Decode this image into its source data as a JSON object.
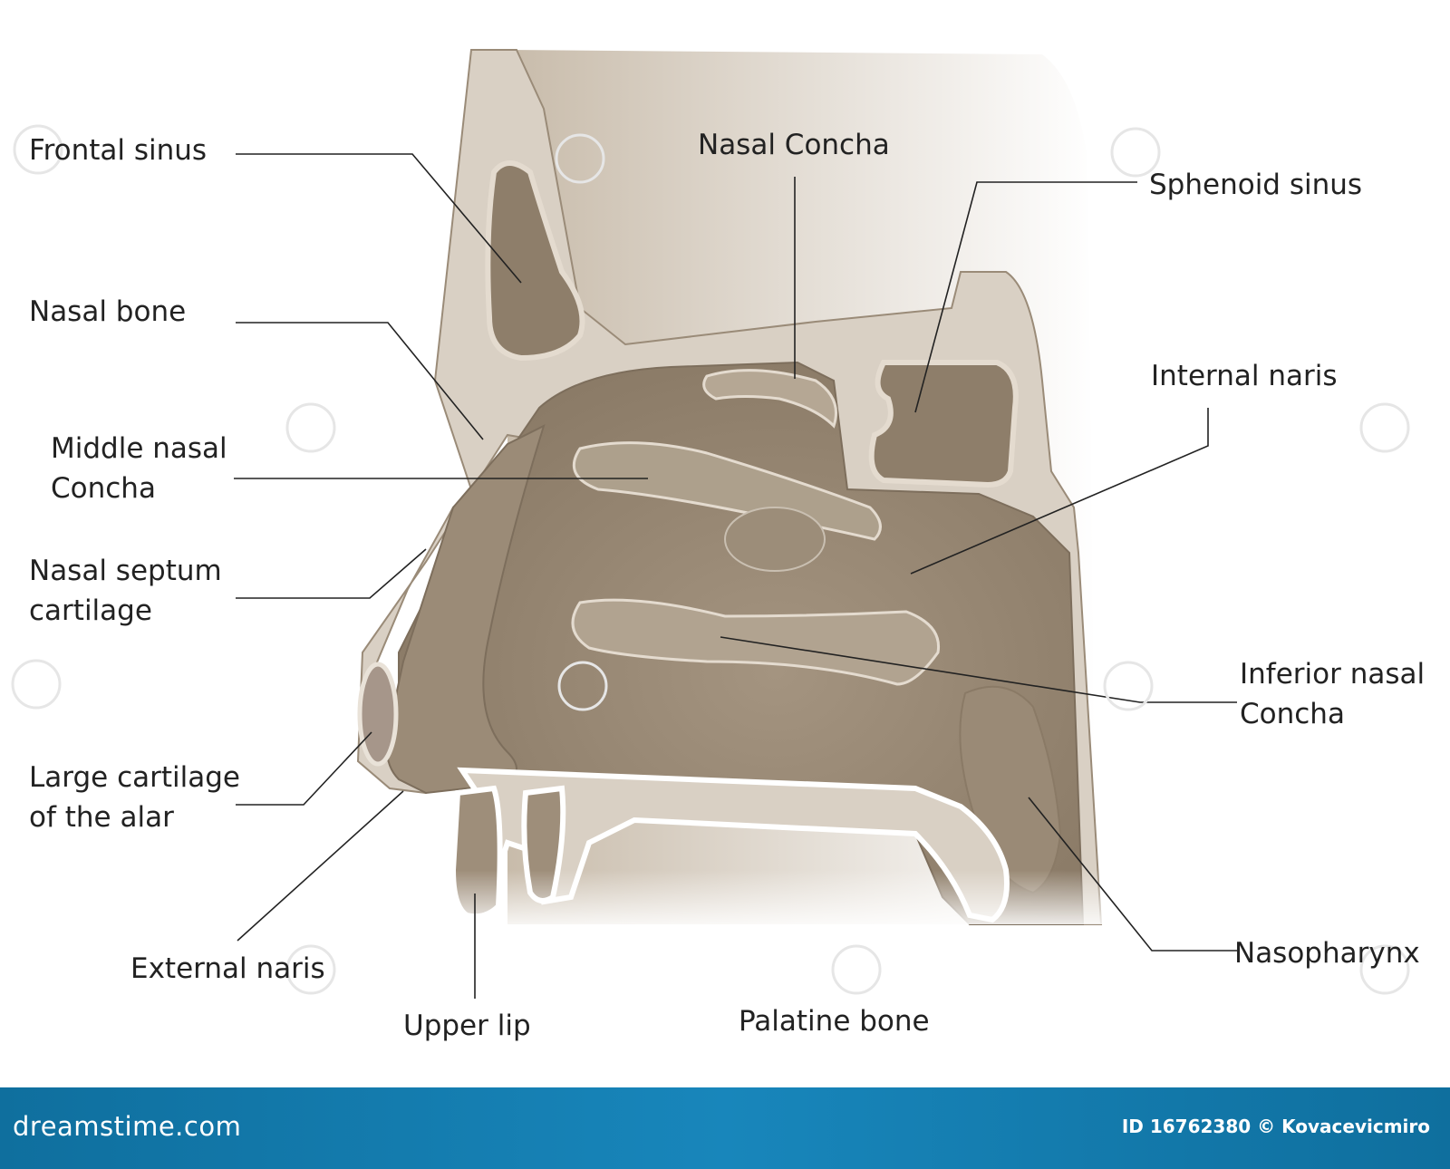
{
  "labels": {
    "frontal_sinus": "Frontal sinus",
    "nasal_concha": "Nasal Concha",
    "sphenoid_sinus": "Sphenoid sinus",
    "nasal_bone": "Nasal bone",
    "internal_naris": "Internal naris",
    "middle_nasal_concha_1": "Middle nasal",
    "middle_nasal_concha_2": "Concha",
    "nasal_septum_cartilage_1": "Nasal septum",
    "nasal_septum_cartilage_2": "cartilage",
    "inferior_nasal_concha_1": "Inferior nasal",
    "inferior_nasal_concha_2": "Concha",
    "large_cartilage_1": "Large cartilage",
    "large_cartilage_2": "of the alar",
    "external_naris": "External naris",
    "nasopharynx": "Nasopharynx",
    "upper_lip": "Upper lip",
    "palatine_bone": "Palatine bone"
  },
  "footer": {
    "site": "dreamstime.com",
    "credit": "ID 16762380 © Kovacevicmiro"
  },
  "watermark": "dreamstime",
  "colors": {
    "background": "#ffffff",
    "tissue_dark": "#8d7d69",
    "tissue_mid": "#a89886",
    "bone_light": "#d9d0c4",
    "footer_bar": "#1581b6"
  }
}
